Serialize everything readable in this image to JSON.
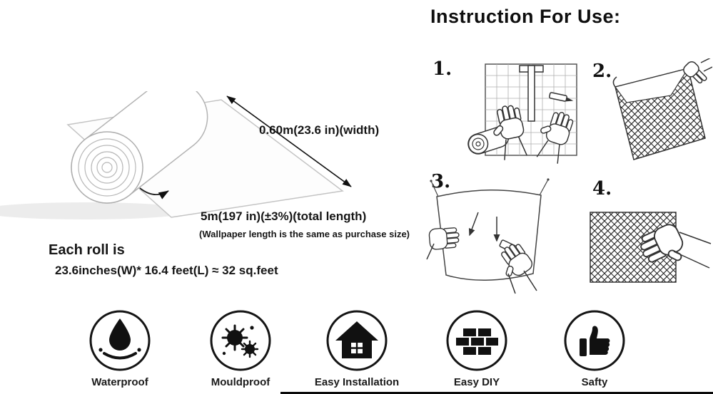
{
  "colors": {
    "ink": "#111111",
    "line": "#333333",
    "sheet_stroke": "#c4c4c4"
  },
  "roll": {
    "width_label": "0.60m(23.6 in)(width)",
    "length_label": "5m(197 in)(±3%)(total length)",
    "length_note": "(Wallpaper length is the same as purchase size)",
    "intro": "Each roll is",
    "size": "23.6inches(W)* 16.4 feet(L) ≈ 32 sq.feet"
  },
  "instructions": {
    "title": "Instruction For Use:",
    "steps": [
      {
        "num": "1.",
        "icon": "measure-cut-illustration"
      },
      {
        "num": "2.",
        "icon": "peel-backing-illustration"
      },
      {
        "num": "3.",
        "icon": "hang-sheet-illustration"
      },
      {
        "num": "4.",
        "icon": "smooth-wall-illustration"
      }
    ]
  },
  "features": [
    {
      "label": "Waterproof",
      "icon": "water-drop-icon"
    },
    {
      "label": "Mouldproof",
      "icon": "mould-spore-icon"
    },
    {
      "label": "Easy Installation",
      "icon": "house-icon"
    },
    {
      "label": "Easy DIY",
      "icon": "brick-wall-icon"
    },
    {
      "label": "Safty",
      "icon": "thumbs-up-icon"
    }
  ]
}
